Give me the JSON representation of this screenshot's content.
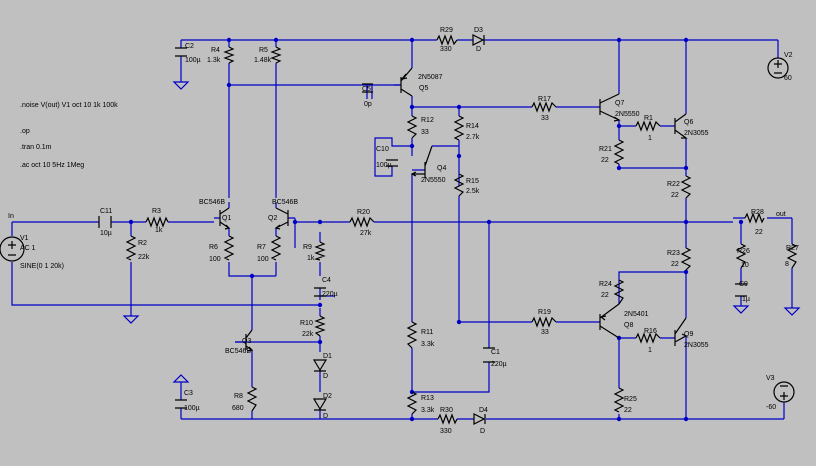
{
  "directives": {
    "noise": ".noise V(out) V1 oct 10 1k 100k",
    "op": ".op",
    "tran": ".tran 0.1m",
    "ac": ".ac oct 10 5Hz 1Meg"
  },
  "nets": {
    "in": "In",
    "out": "out"
  },
  "v1": {
    "name": "V1",
    "l1": "AC 1",
    "l2": "SINE(0 1 20k)"
  },
  "v2": {
    "name": "V2",
    "value": "60"
  },
  "v3": {
    "name": "V3",
    "value": "-60"
  },
  "r": {
    "r2": {
      "n": "R2",
      "v": "22k"
    },
    "r3": {
      "n": "R3",
      "v": "1k"
    },
    "r4": {
      "n": "R4",
      "v": "1.3k"
    },
    "r5": {
      "n": "R5",
      "v": "1.48k"
    },
    "r6": {
      "n": "R6",
      "v": "100"
    },
    "r7": {
      "n": "R7",
      "v": "100"
    },
    "r8": {
      "n": "R8",
      "v": "680"
    },
    "r9": {
      "n": "R9",
      "v": "1k"
    },
    "r10": {
      "n": "R10",
      "v": "22k"
    },
    "r11": {
      "n": "R11",
      "v": "3.3k"
    },
    "r12": {
      "n": "R12",
      "v": "33"
    },
    "r13": {
      "n": "R13",
      "v": "3.3k"
    },
    "r14": {
      "n": "R14",
      "v": "2.7k"
    },
    "r15": {
      "n": "R15",
      "v": "2.5k"
    },
    "r16": {
      "n": "R16",
      "v": "1"
    },
    "r17": {
      "n": "R17",
      "v": "33"
    },
    "r19": {
      "n": "R19",
      "v": "33"
    },
    "r20": {
      "n": "R20",
      "v": "27k"
    },
    "r21": {
      "n": "R21",
      "v": "22"
    },
    "r22": {
      "n": "R22",
      "v": "22"
    },
    "r23": {
      "n": "R23",
      "v": "22"
    },
    "r24": {
      "n": "R24",
      "v": "22"
    },
    "r25": {
      "n": "R25",
      "v": "22"
    },
    "r26": {
      "n": "R26",
      "v": "10"
    },
    "r27": {
      "n": "R27",
      "v": "8"
    },
    "r28": {
      "n": "R28",
      "v": "22"
    },
    "r29": {
      "n": "R29",
      "v": "330"
    },
    "r30": {
      "n": "R30",
      "v": "330"
    },
    "r1": {
      "n": "R1",
      "v": "1"
    }
  },
  "c": {
    "c1": {
      "n": "C1",
      "v": "220µ"
    },
    "c2": {
      "n": "C2",
      "v": "100µ"
    },
    "c3": {
      "n": "C3",
      "v": "100µ"
    },
    "c4": {
      "n": "C4",
      "v": "220µ"
    },
    "c5": {
      "n": "C5",
      "v": "0p"
    },
    "c9": {
      "n": "C9",
      "v": ".1µ"
    },
    "c10": {
      "n": "C10",
      "v": "100µ"
    },
    "c11": {
      "n": "C11",
      "v": "10µ"
    }
  },
  "q": {
    "q1": {
      "n": "Q1",
      "m": "BC546B"
    },
    "q2": {
      "n": "Q2",
      "m": "BC546B"
    },
    "q3": {
      "n": "Q3",
      "m": "BC546B"
    },
    "q4": {
      "n": "Q4",
      "m": "2N5550"
    },
    "q5": {
      "n": "Q5",
      "m": "2N5087"
    },
    "q6": {
      "n": "Q6",
      "m": "2N3055"
    },
    "q7": {
      "n": "Q7",
      "m": "2N5550"
    },
    "q8": {
      "n": "Q8",
      "m": "2N5401"
    },
    "q9": {
      "n": "Q9",
      "m": "2N3055"
    }
  },
  "d": {
    "d1": {
      "n": "D1",
      "v": "D"
    },
    "d2": {
      "n": "D2",
      "v": "D"
    },
    "d3": {
      "n": "D3",
      "v": "D"
    },
    "d4": {
      "n": "D4",
      "v": "D"
    }
  }
}
